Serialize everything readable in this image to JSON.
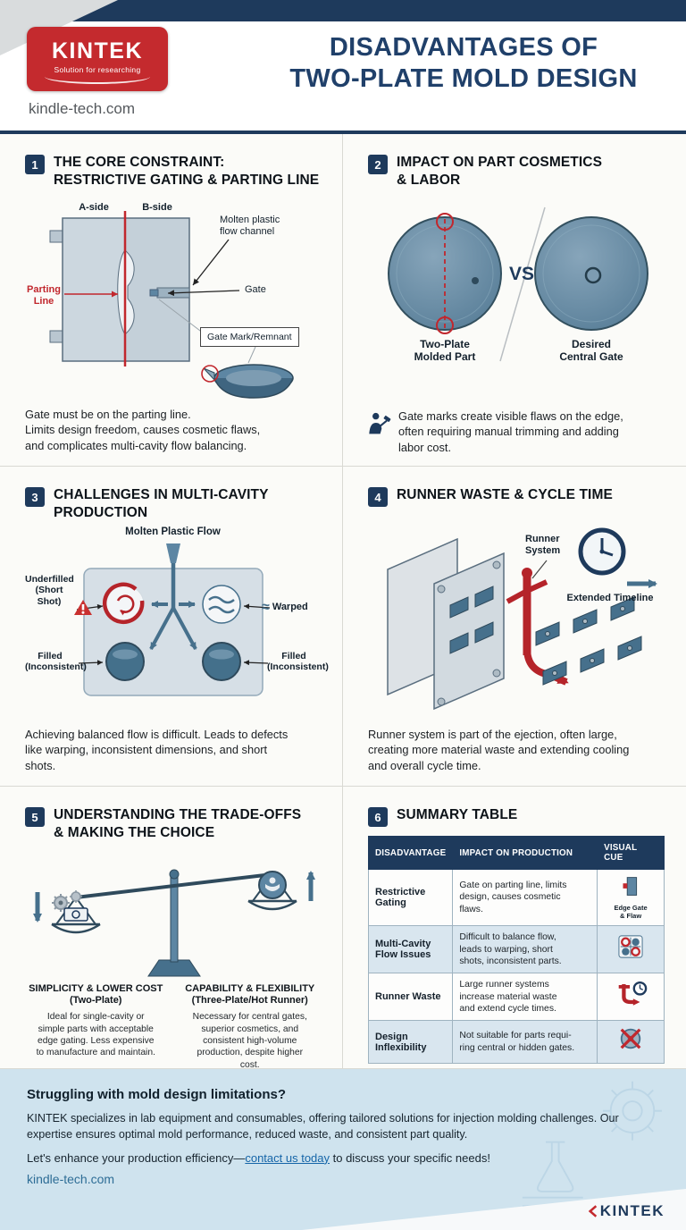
{
  "header": {
    "brand": "KINTEK",
    "tagline": "Solution for researching",
    "site": "kindle-tech.com",
    "title": "DISADVANTAGES OF\nTWO-PLATE MOLD DESIGN"
  },
  "icons": {
    "approx": "≈"
  },
  "s1": {
    "num": "1",
    "title": "THE CORE CONSTRAINT:\nRESTRICTIVE GATING & PARTING LINE",
    "label_a_side": "A-side",
    "label_b_side": "B-side",
    "label_flow": "Molten plastic\nflow channel",
    "label_gate": "Gate",
    "label_parting": "Parting\nLine",
    "label_gate_mark": "Gate Mark/Remnant",
    "caption": "Gate must be on the parting line.\nLimits design freedom, causes cosmetic flaws,\nand complicates multi-cavity flow balancing."
  },
  "s2": {
    "num": "2",
    "title": "IMPACT ON PART COSMETICS\n& LABOR",
    "vs": "VS",
    "left_label": "Two-Plate\nMolded Part",
    "right_label": "Desired\nCentral Gate",
    "caption": "Gate marks create visible flaws on the edge,\noften requiring manual trimming and adding\nlabor cost."
  },
  "s3": {
    "num": "3",
    "title": "CHALLENGES IN MULTI-CAVITY\nPRODUCTION",
    "label_flow": "Molten Plastic Flow",
    "label_underfilled": "Underfilled\n(Short Shot)",
    "label_warped": "Warped",
    "label_filled_left": "Filled\n(Inconsistent)",
    "label_filled_right": "Filled\n(Inconsistent)",
    "caption": "Achieving balanced flow is difficult. Leads to defects\nlike warping, inconsistent dimensions, and short\nshots."
  },
  "s4": {
    "num": "4",
    "title": "RUNNER WASTE & CYCLE TIME",
    "label_runner": "Runner\nSystem",
    "label_timeline": "Extended Timeline",
    "caption": "Runner system is part of the ejection, often large,\ncreating more material waste and extending cooling\nand overall cycle time."
  },
  "s5": {
    "num": "5",
    "title": "UNDERSTANDING THE TRADE-OFFS\n& MAKING THE CHOICE",
    "left_heading": "SIMPLICITY & LOWER COST\n(Two-Plate)",
    "left_text": "Ideal for single-cavity or\nsimple parts with acceptable\nedge gating. Less expensive\nto manufacture and maintain.",
    "right_heading": "CAPABILITY & FLEXIBILITY\n(Three-Plate/Hot Runner)",
    "right_text": "Necessary for central gates,\nsuperior cosmetics, and\nconsistent high-volume\nproduction, despite higher\ncost."
  },
  "s6": {
    "num": "6",
    "title": "SUMMARY TABLE",
    "headers": [
      "DISADVANTAGE",
      "IMPACT ON PRODUCTION",
      "VISUAL CUE"
    ],
    "rows": [
      {
        "name": "Restrictive\nGating",
        "impact": "Gate on parting line, limits\ndesign, causes cosmetic\nflaws.",
        "cue_label": "Edge Gate\n& Flaw"
      },
      {
        "name": "Multi-Cavity\nFlow Issues",
        "impact": "Difficult to balance flow,\nleads to warping, short\nshots, inconsistent parts.",
        "cue_label": ""
      },
      {
        "name": "Runner Waste",
        "impact": "Large runner systems\nincrease material waste\nand extend cycle times.",
        "cue_label": ""
      },
      {
        "name": "Design\nInflexibility",
        "impact": "Not suitable for parts requi-\nring central or hidden gates.",
        "cue_label": ""
      }
    ]
  },
  "footer": {
    "heading": "Struggling with mold design limitations?",
    "body": "KINTEK specializes in lab equipment and consumables, offering tailored solutions for injection molding challenges. Our expertise ensures optimal mold performance, reduced waste, and consistent part quality.",
    "cta_pre": "Let's enhance your production efficiency—",
    "cta_link": "contact us today",
    "cta_post": " to discuss your specific needs!",
    "site": "kindle-tech.com",
    "brand": "KINTEK"
  }
}
